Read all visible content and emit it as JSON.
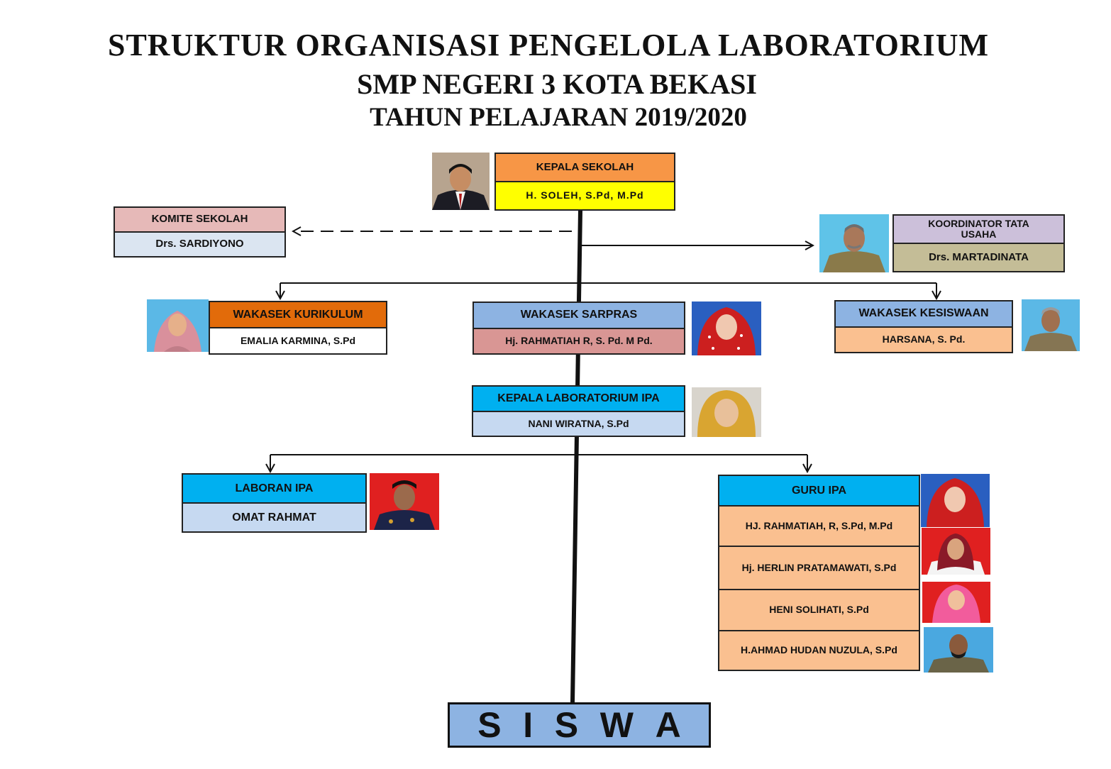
{
  "title": {
    "line1": "STRUKTUR ORGANISASI PENGELOLA LABORATORIUM",
    "line2": "SMP NEGERI 3 KOTA BEKASI",
    "line3": "TAHUN PELAJARAN 2019/2020"
  },
  "kepala_sekolah": {
    "role": "KEPALA SEKOLAH",
    "name": "H. SOLEH, S.Pd, M.Pd"
  },
  "komite": {
    "role": "KOMITE SEKOLAH",
    "name": "Drs. SARDIYONO"
  },
  "koordinator": {
    "role": "KOORDINATOR TATA USAHA",
    "name": "Drs. MARTADINATA"
  },
  "kurikulum": {
    "role": "WAKASEK KURIKULUM",
    "name": "EMALIA KARMINA, S.Pd"
  },
  "sarpras": {
    "role": "WAKASEK SARPRAS",
    "name": "Hj. RAHMATIAH R, S. Pd. M Pd."
  },
  "kesiswaan": {
    "role": "WAKASEK KESISWAAN",
    "name": "HARSANA, S. Pd."
  },
  "kepala_lab": {
    "role": "KEPALA LABORATORIUM IPA",
    "name": "NANI WIRATNA, S.Pd"
  },
  "laboran": {
    "role": "LABORAN IPA",
    "name": "OMAT RAHMAT"
  },
  "guru": {
    "role": "GURU IPA",
    "members": [
      "HJ. RAHMATIAH, R, S.Pd, M.Pd",
      "Hj. HERLIN PRATAMAWATI, S.Pd",
      "HENI SOLIHATI, S.Pd",
      "H.AHMAD HUDAN NUZULA, S.Pd"
    ]
  },
  "siswa": {
    "letters": [
      "S",
      "I",
      "S",
      "W",
      "A"
    ]
  },
  "colors": {
    "orange": "#f79646",
    "yellow": "#ffff00",
    "pink": "#e6b9b8",
    "light_blue": "#c6d9f1",
    "lavender": "#ccc0da",
    "tan": "#c4bd97",
    "dark_orange": "#e26b0a",
    "blue": "#8db3e2",
    "rose": "#d99694",
    "peach": "#fac090",
    "cyan": "#00b0f0",
    "siswa_blue": "#8db3e2"
  }
}
